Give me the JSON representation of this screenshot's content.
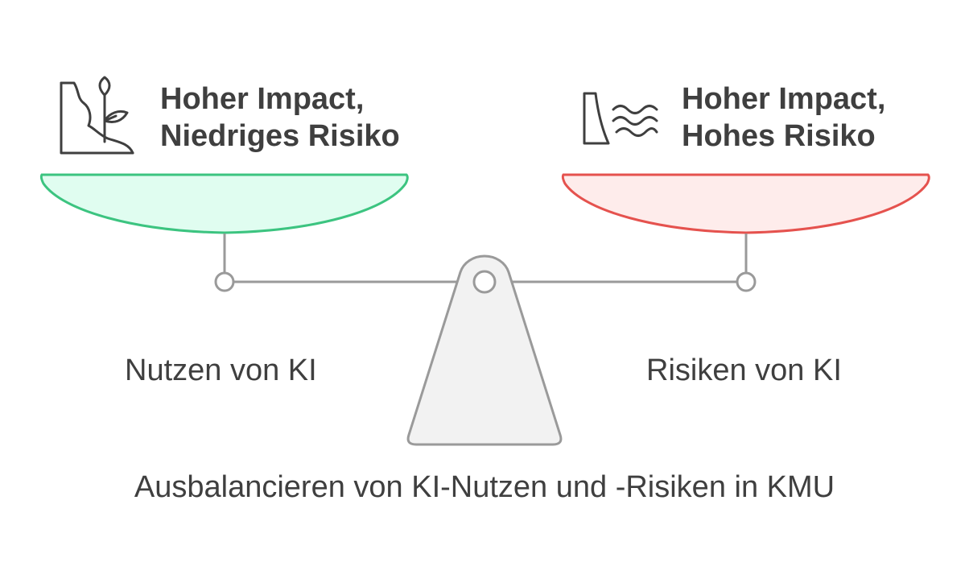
{
  "left": {
    "heading_line1": "Hoher Impact,",
    "heading_line2": "Niedriges Risiko",
    "caption": "Nutzen von KI",
    "icon": "plant-on-cliff-icon",
    "pan_fill": "#e0fdf0",
    "pan_stroke": "#3cc480"
  },
  "right": {
    "heading_line1": "Hoher Impact,",
    "heading_line2": "Hohes Risiko",
    "caption": "Risiken von KI",
    "icon": "dam-water-icon",
    "pan_fill": "#feeceb",
    "pan_stroke": "#e5524e"
  },
  "footer": {
    "caption": "Ausbalancieren von KI-Nutzen und -Risiken in KMU"
  },
  "colors": {
    "beam": "#9a9a9a",
    "fulcrum_fill": "#f2f2f2",
    "icon_stroke": "#3f3f3f"
  }
}
